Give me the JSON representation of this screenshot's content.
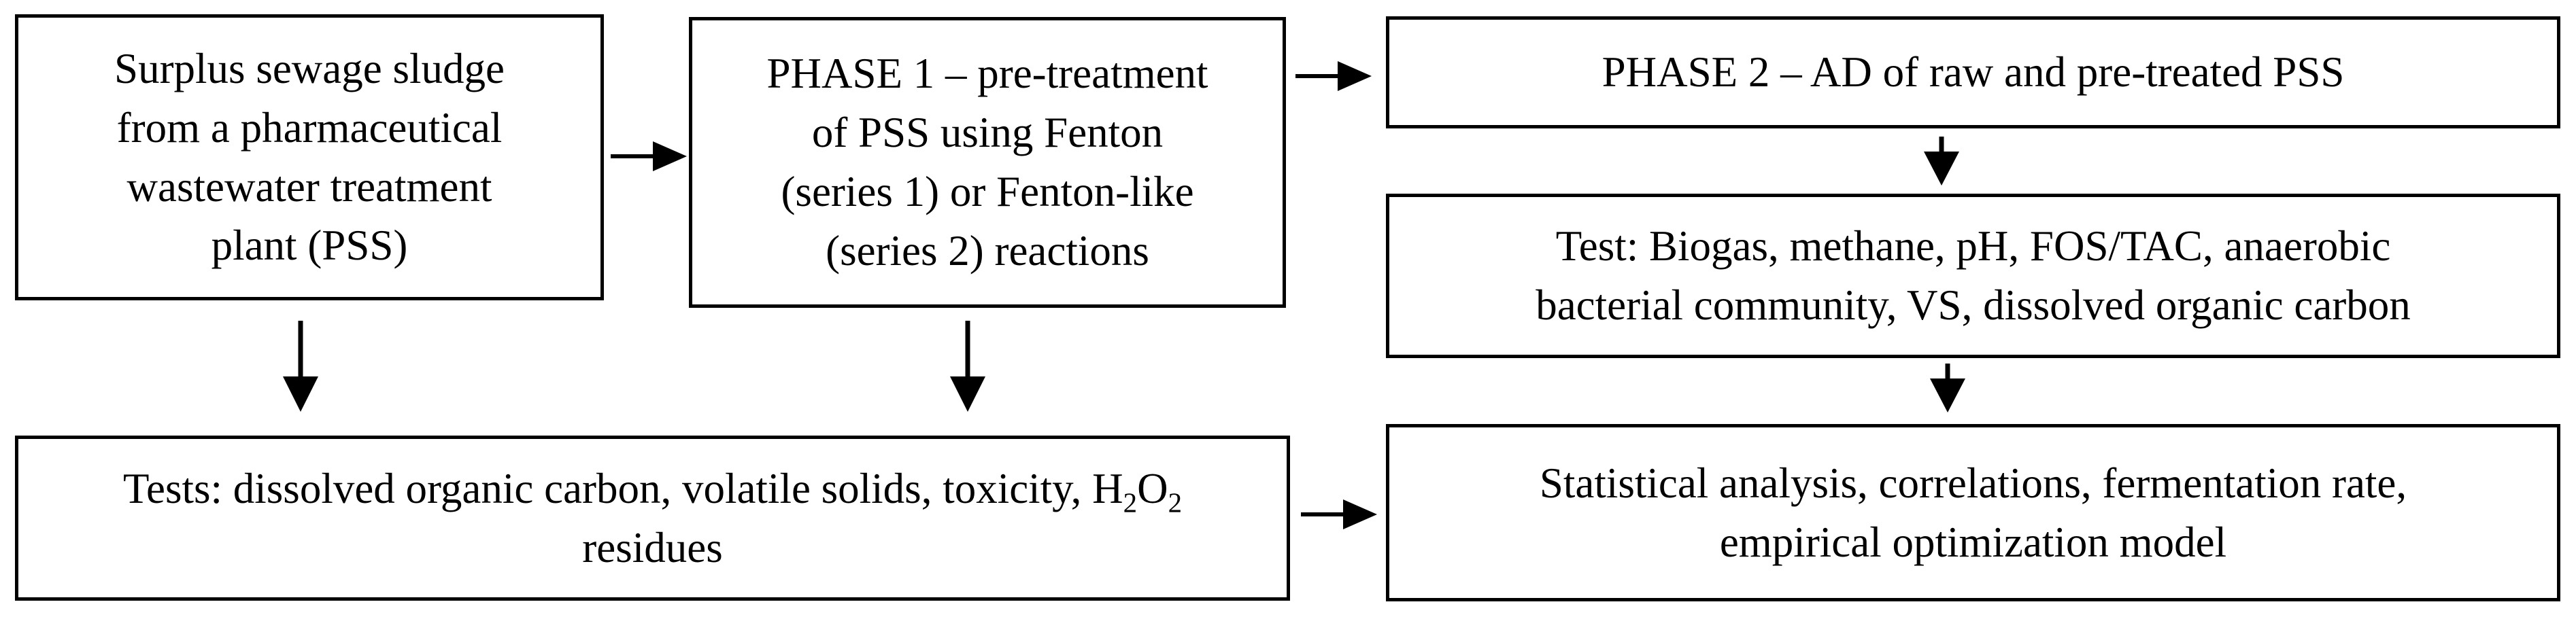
{
  "diagram": {
    "title": "PSS Fenton pre-treatment and anaerobic digestion study flowchart",
    "background_color": "#ffffff",
    "line_color": "#000000",
    "text_color": "#000000",
    "boxes": {
      "source": {
        "lines": [
          "Surplus sewage sludge",
          "from a pharmaceutical",
          "wastewater treatment",
          "plant (PSS)"
        ]
      },
      "phase1": {
        "lines": [
          "PHASE 1 – pre-treatment",
          "of PSS using Fenton",
          "(series 1) or Fenton-like",
          "(series 2) reactions"
        ]
      },
      "phase2": {
        "lines": [
          "PHASE 2 – AD of raw and pre-treated PSS"
        ]
      },
      "test_ad": {
        "lines": [
          "Test: Biogas, methane, pH, FOS/TAC, anaerobic",
          "bacterial community, VS, dissolved organic carbon"
        ]
      },
      "tests_pretreatment": {
        "line1": {
          "prefix": "Tests: dissolved organic carbon, volatile solids, toxicity, H",
          "sub1": "2",
          "mid": "O",
          "sub2": "2"
        },
        "line2": "residues"
      },
      "statistical": {
        "lines": [
          "Statistical analysis, correlations, fermentation rate,",
          "empirical optimization model"
        ]
      }
    },
    "arrows": [
      {
        "name": "source-to-phase1",
        "direction": "right"
      },
      {
        "name": "phase1-to-phase2",
        "direction": "right"
      },
      {
        "name": "phase2-to-testad",
        "direction": "down"
      },
      {
        "name": "source-to-tests",
        "direction": "down"
      },
      {
        "name": "phase1-to-tests",
        "direction": "down"
      },
      {
        "name": "testad-to-statistical",
        "direction": "down"
      },
      {
        "name": "tests-to-statistical",
        "direction": "right"
      }
    ]
  }
}
